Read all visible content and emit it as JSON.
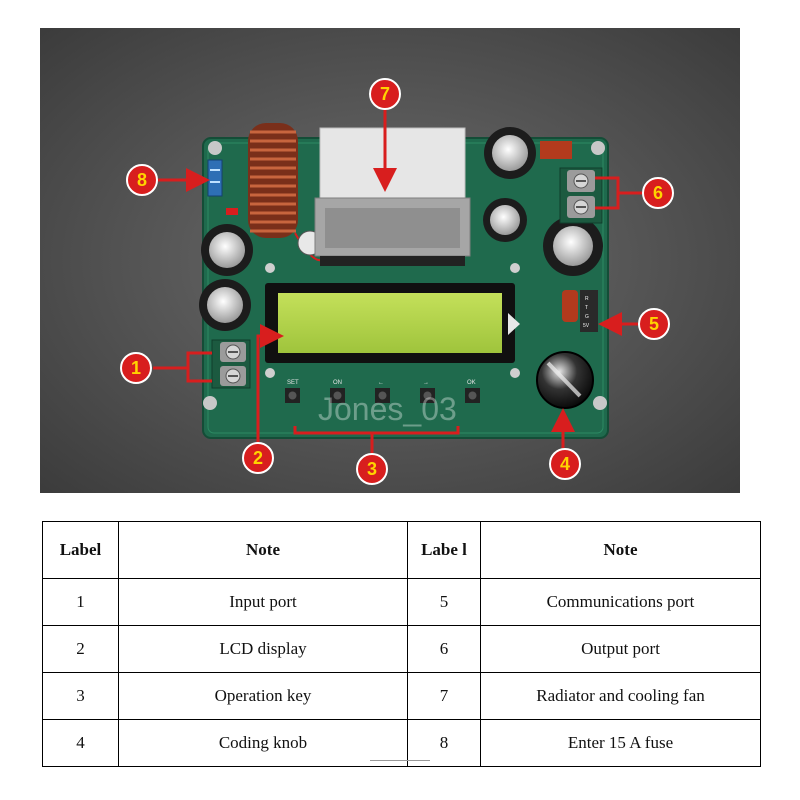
{
  "photo": {
    "watermark": "Jones_03",
    "key_labels": [
      "SET",
      "ON",
      "←",
      "→",
      "OK"
    ],
    "pin_labels": [
      "R",
      "T",
      "G",
      "5V"
    ],
    "callouts": [
      {
        "label": "1"
      },
      {
        "label": "2"
      },
      {
        "label": "3"
      },
      {
        "label": "4"
      },
      {
        "label": "5"
      },
      {
        "label": "6"
      },
      {
        "label": "7"
      },
      {
        "label": "8"
      }
    ],
    "colors": {
      "accent": "#d81e1e",
      "callout_text": "#ffd400",
      "pcb": "#1f6a4d",
      "lcd": "#b6d94a"
    }
  },
  "table": {
    "headers": [
      "Label",
      "Note",
      "Labe l",
      "Note"
    ],
    "rows": [
      {
        "label_a": "1",
        "note_a": "Input port",
        "label_b": "5",
        "note_b": "Communications port"
      },
      {
        "label_a": "2",
        "note_a": "LCD display",
        "label_b": "6",
        "note_b": "Output port"
      },
      {
        "label_a": "3",
        "note_a": "Operation key",
        "label_b": "7",
        "note_b": "Radiator and cooling fan"
      },
      {
        "label_a": "4",
        "note_a": "Coding knob",
        "label_b": "8",
        "note_b": "Enter 15 A fuse"
      }
    ]
  }
}
